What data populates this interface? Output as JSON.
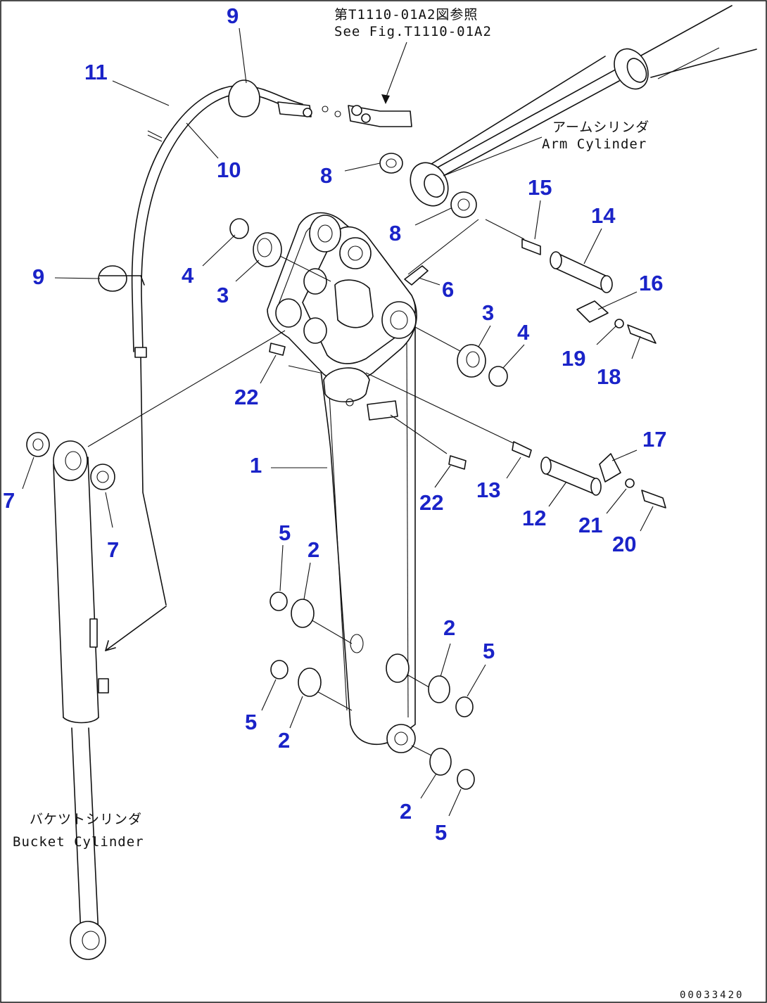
{
  "notes": {
    "ref_jp": "第T1110-01A2図参照",
    "ref_en": "See Fig.T1110-01A2",
    "arm_cyl_jp": "アームシリンダ",
    "arm_cyl_en": "Arm Cylinder",
    "bucket_cyl_jp": "バケツトシリンダ",
    "bucket_cyl_en": "Bucket Cylinder"
  },
  "drawing_code": "00033420",
  "callouts": {
    "c1": "1",
    "c2a": "2",
    "c2b": "2",
    "c2c": "2",
    "c2d": "2",
    "c3a": "3",
    "c3b": "3",
    "c4a": "4",
    "c4b": "4",
    "c5a": "5",
    "c5b": "5",
    "c5c": "5",
    "c5d": "5",
    "c6": "6",
    "c7a": "7",
    "c7b": "7",
    "c8a": "8",
    "c8b": "8",
    "c9a": "9",
    "c9b": "9",
    "c10": "10",
    "c11": "11",
    "c12": "12",
    "c13": "13",
    "c14": "14",
    "c15": "15",
    "c16": "16",
    "c17": "17",
    "c18": "18",
    "c19": "19",
    "c20": "20",
    "c21": "21",
    "c22a": "22",
    "c22b": "22"
  }
}
